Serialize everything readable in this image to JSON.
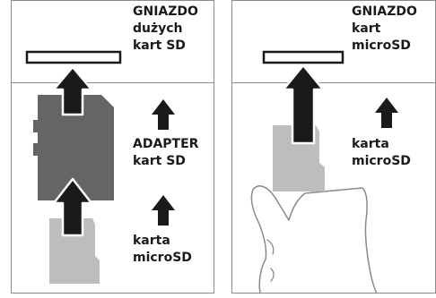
{
  "left_panel": {
    "slot_label": [
      "GNIAZDO",
      "dużych",
      "kart SD"
    ],
    "adapter_label": [
      "ADAPTER",
      "kart SD"
    ],
    "card_label": [
      "karta",
      "microSD"
    ]
  },
  "right_panel": {
    "slot_label": [
      "GNIAZDO",
      "kart",
      "microSD"
    ],
    "card_label": [
      "karta",
      "microSD"
    ]
  },
  "colors": {
    "border": "#8a8a8a",
    "adapter": "#656565",
    "microsd": "#bdbdbd",
    "arrow": "#1a1a1a",
    "slot": "#1a1a1a"
  }
}
